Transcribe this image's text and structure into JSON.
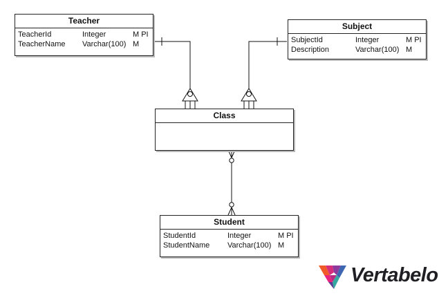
{
  "entities": {
    "teacher": {
      "name": "Teacher",
      "columns": [
        {
          "name": "TeacherId",
          "type": "Integer",
          "flags": "M PI"
        },
        {
          "name": "TeacherName",
          "type": "Varchar(100)",
          "flags": "M"
        }
      ]
    },
    "subject": {
      "name": "Subject",
      "columns": [
        {
          "name": "SubjectId",
          "type": "Integer",
          "flags": "M PI"
        },
        {
          "name": "Description",
          "type": "Varchar(100)",
          "flags": "M"
        }
      ]
    },
    "class": {
      "name": "Class",
      "columns": []
    },
    "student": {
      "name": "Student",
      "columns": [
        {
          "name": "StudentId",
          "type": "Integer",
          "flags": "M PI"
        },
        {
          "name": "StudentName",
          "type": "Varchar(100)",
          "flags": "M"
        }
      ]
    }
  },
  "logo": {
    "text": "Vertabelo",
    "colors": [
      "#f05a28",
      "#e8237f",
      "#8e3a9d",
      "#3f67b1",
      "#35a8a0"
    ]
  }
}
